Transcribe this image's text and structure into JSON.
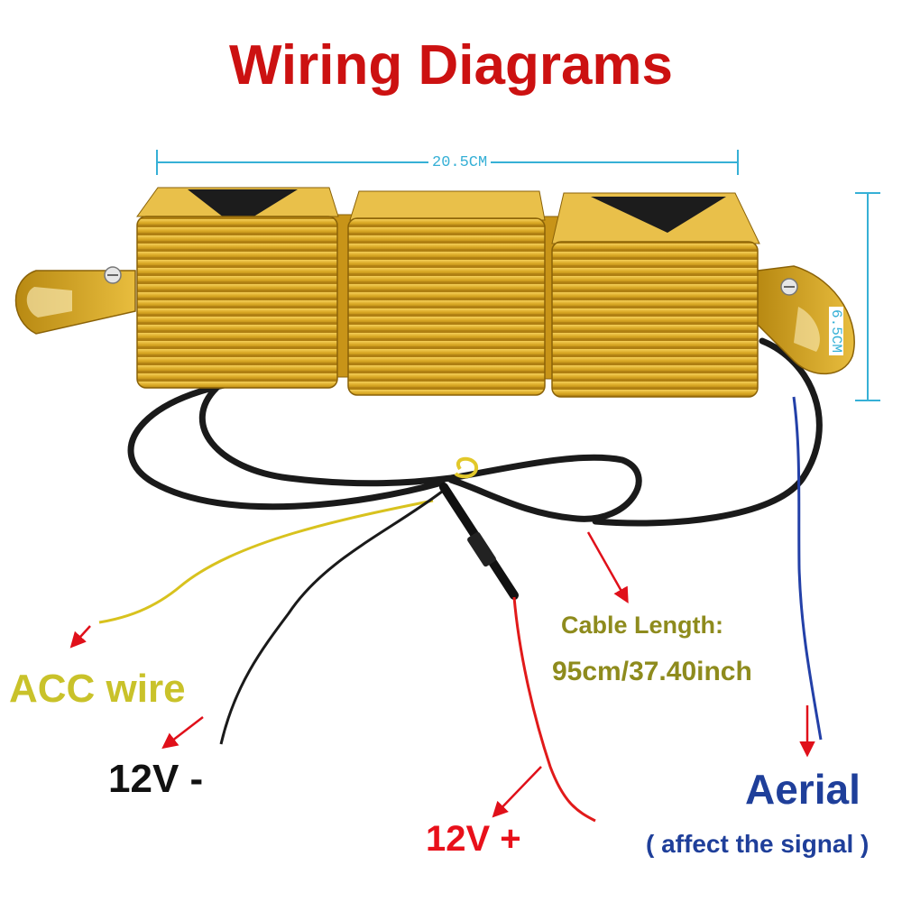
{
  "title": "Wiring Diagrams",
  "dimensions": {
    "width_label": "20.5CM",
    "height_label": "6.5CM"
  },
  "wires": {
    "acc": "ACC wire",
    "negative": "12V -",
    "positive": "12V +",
    "aerial": "Aerial",
    "aerial_note": "( affect the signal )"
  },
  "cable": {
    "label": "Cable Length:",
    "length": "95cm/37.40inch"
  },
  "colors": {
    "title": "#cc1111",
    "dimension": "#36b0d6",
    "acc": "#c9c22a",
    "positive": "#e8101a",
    "cable_text": "#8e8b1d",
    "aerial": "#1f3f9a",
    "body": "#d6a520"
  }
}
